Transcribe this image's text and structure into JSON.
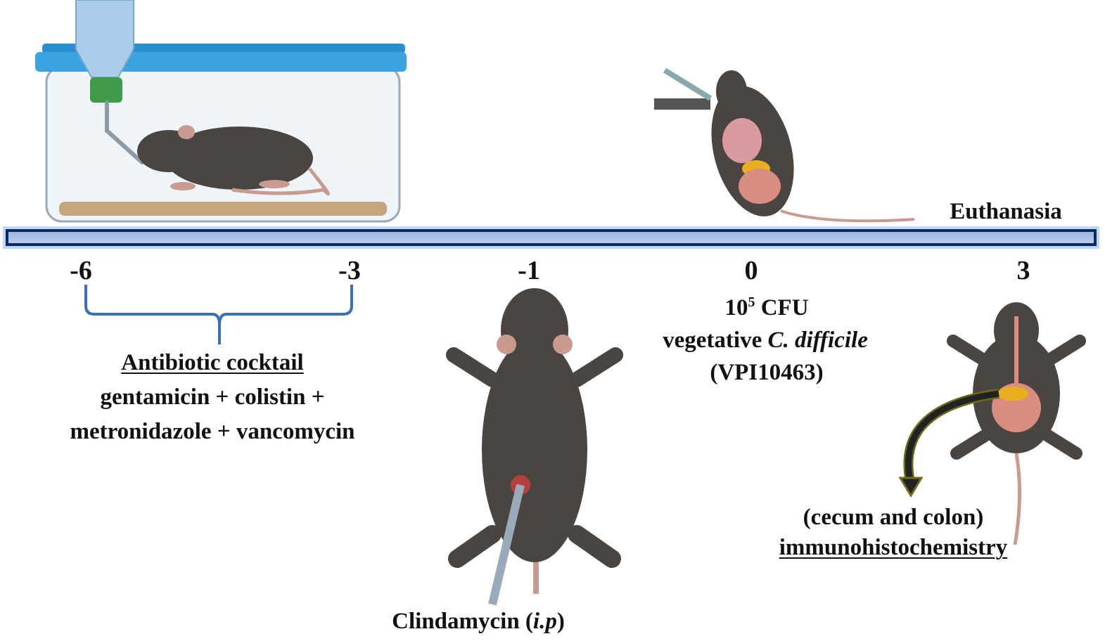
{
  "timeline": {
    "days": [
      "-6",
      "-3",
      "-1",
      "0",
      "3"
    ],
    "end_label": "Euthanasia"
  },
  "antibiotic": {
    "title": "Antibiotic cocktail",
    "line1": "gentamicin + colistin +",
    "line2": "metronidazole + vancomycin"
  },
  "clindamycin": {
    "label": "Clindamycin (",
    "route": "i.p",
    "close": ")"
  },
  "infection": {
    "dose_base": "10",
    "dose_exp": "5",
    "dose_unit": " CFU",
    "prefix": "vegetative ",
    "organism": "C. difficile",
    "strain": "(VPI10463)"
  },
  "endpoint": {
    "tissues": "(cecum and colon)",
    "method": "immunohistochemistry"
  },
  "colors": {
    "bar_fill": "#a9c0e8",
    "bar_border": "#0b2a60",
    "mouse": "#4a4541",
    "bracket": "#3a6fb5"
  }
}
